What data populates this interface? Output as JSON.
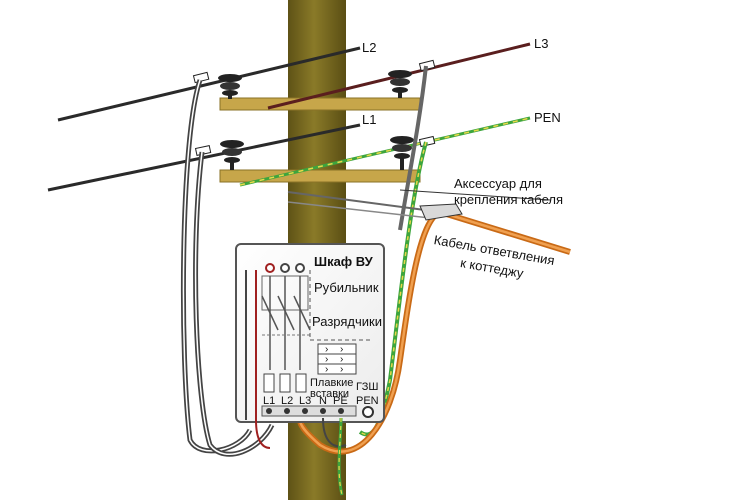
{
  "wires": {
    "l2": "L2",
    "l3": "L3",
    "l1": "L1",
    "pen": "PEN"
  },
  "callouts": {
    "accessory_line1": "Аксессуар для",
    "accessory_line2": "крепления кабеля",
    "cable_line1": "Кабель ответвления",
    "cable_line2": "к коттеджу"
  },
  "cabinet": {
    "title": "Шкаф ВУ",
    "switch": "Рубильник",
    "arresters": "Разрядчики",
    "fuses_line1": "Плавкие",
    "fuses_line2": "вставки",
    "gzsh": "ГЗШ",
    "terminals": [
      "L1",
      "L2",
      "L3",
      "N",
      "PE"
    ],
    "pen_terminal": "PEN"
  },
  "colors": {
    "pole": "#7a6a1e",
    "crossarm": "#c7a64a",
    "cable": "#e0862a",
    "pen_wire": "#3da53d",
    "l3_wire": "#5a1e1e"
  }
}
